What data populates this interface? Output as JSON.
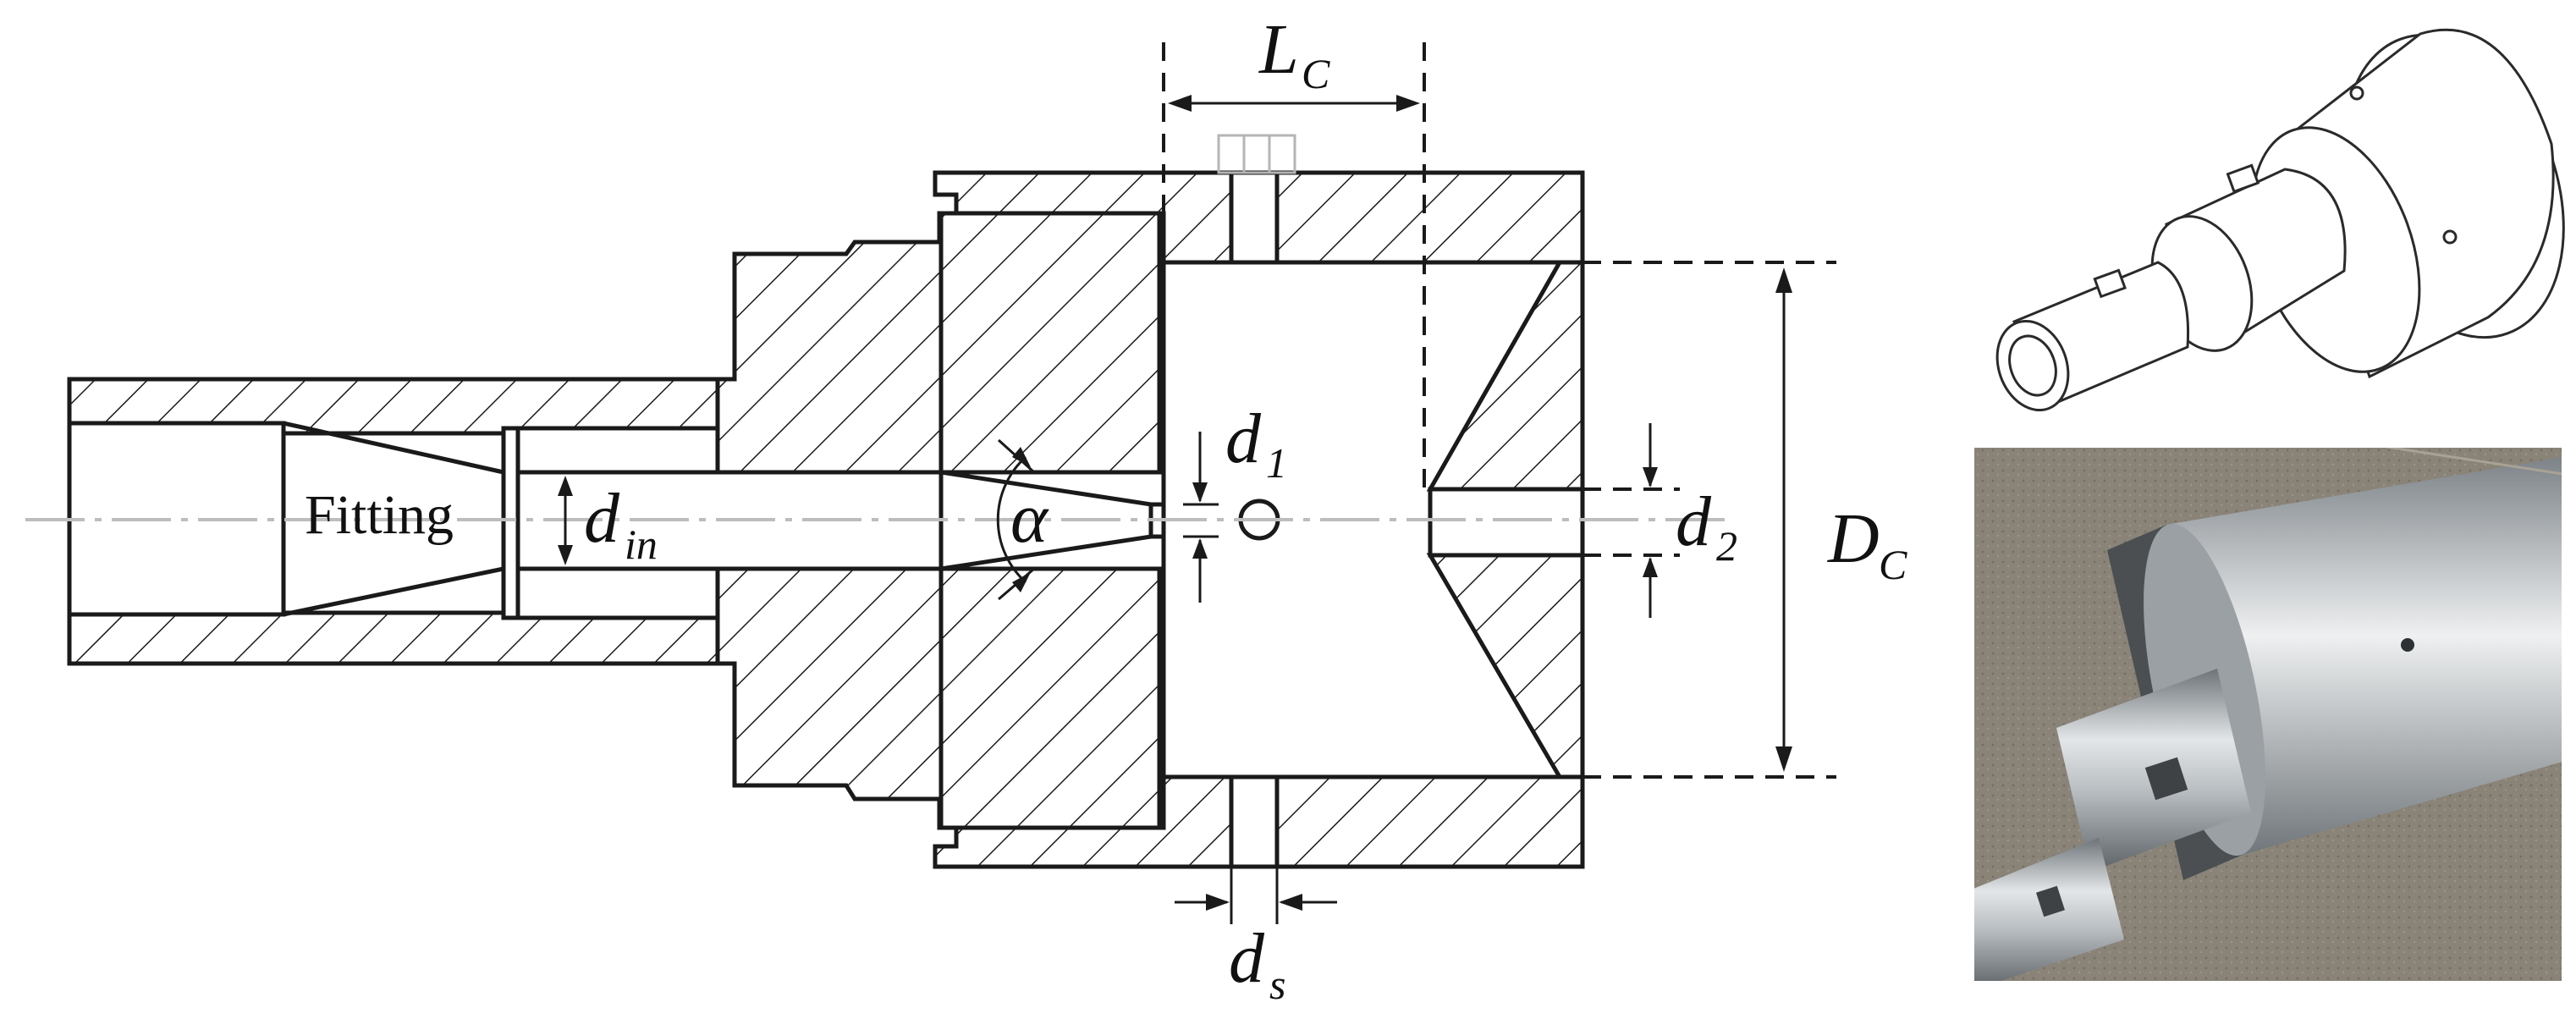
{
  "drawing": {
    "labels": {
      "lc_main": "L",
      "lc_sub": "C",
      "dc_main": "D",
      "dc_sub": "C",
      "d1_main": "d",
      "d1_sub": "1",
      "d2_main": "d",
      "d2_sub": "2",
      "ds_main": "d",
      "ds_sub": "s",
      "din_main": "d",
      "din_sub": "in",
      "alpha": "α",
      "fitting": "Fitting"
    }
  },
  "colors": {
    "line": "#1a1a1a",
    "axis": "#bdbdbd",
    "photo_bg": "#8a8378",
    "metal_light": "#d9dde0",
    "metal_dark": "#6d7378"
  }
}
